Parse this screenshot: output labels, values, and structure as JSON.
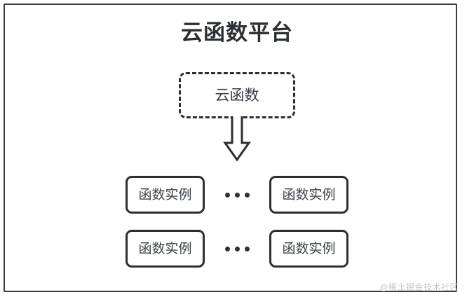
{
  "diagram": {
    "platform": {
      "title": "云函数平台",
      "border_color": "#3b3f44",
      "background": "#ffffff"
    },
    "cloud_function": {
      "label": "云函数",
      "border_style": "dashed",
      "border_color": "#2b2f33"
    },
    "arrow": {
      "name": "down-block-arrow",
      "direction": "down",
      "color": "#2b2f33"
    },
    "instance_rows": [
      {
        "left_label": "函数实例",
        "ellipsis": "•••",
        "right_label": "函数实例"
      },
      {
        "left_label": "函数实例",
        "ellipsis": "•••",
        "right_label": "函数实例"
      }
    ],
    "watermark": {
      "text": "@稀土掘金技术社区",
      "color": "#c9c9c9"
    }
  }
}
